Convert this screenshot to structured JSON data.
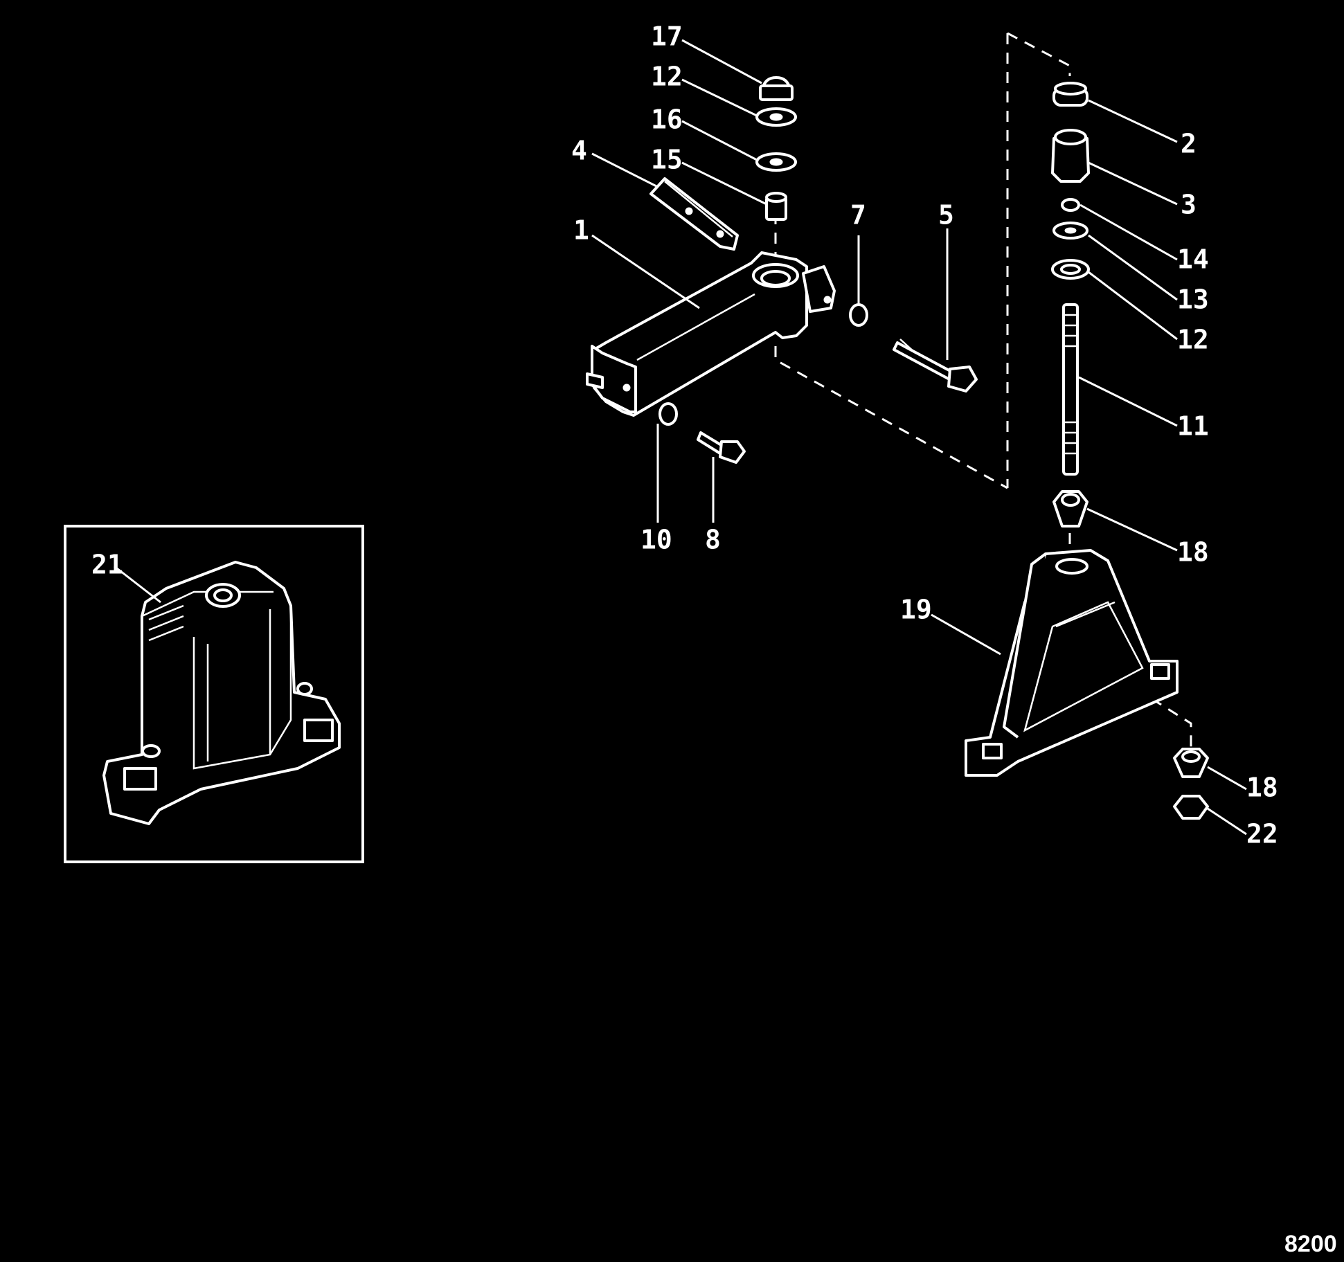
{
  "figure_number": "8200",
  "callouts": {
    "c17": "17",
    "c12a": "12",
    "c16": "16",
    "c15": "15",
    "c4": "4",
    "c1": "1",
    "c7": "7",
    "c5": "5",
    "c10": "10",
    "c8": "8",
    "c2": "2",
    "c3": "3",
    "c14": "14",
    "c13": "13",
    "c12b": "12",
    "c11": "11",
    "c18a": "18",
    "c19": "19",
    "c18b": "18",
    "c22": "22",
    "c21": "21"
  },
  "colors": {
    "background": "#000000",
    "linework": "#ffffff"
  }
}
